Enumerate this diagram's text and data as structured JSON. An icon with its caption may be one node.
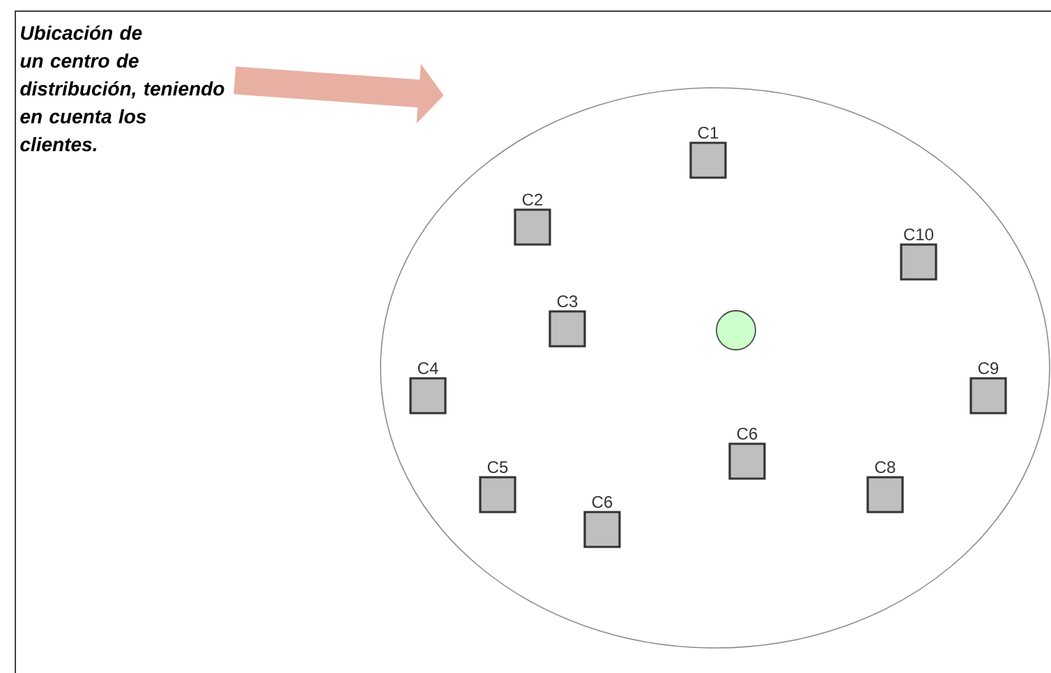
{
  "diagram": {
    "nodes": [
      {
        "text": [
          "Ubicación de un centro de distribución, teniendo en cuenta los clientes."
        ]
      },
      {
        "text": [],
        "shape": "circle"
      },
      {
        "text": [],
        "shape": "box",
        "beside": [
          "C1"
        ],
        "in": 1
      },
      {
        "text": [],
        "shape": "box",
        "beside": [
          "C2"
        ],
        "in": 1
      },
      {
        "text": [],
        "shape": "box",
        "beside": [
          "C10"
        ],
        "in": 1
      },
      {
        "text": [],
        "shape": "box",
        "beside": [
          "C3"
        ],
        "in": 1
      },
      {
        "text": [],
        "shape": "circle",
        "in": 1
      },
      {
        "text": [],
        "shape": "box",
        "beside": [
          "C4"
        ],
        "in": 1
      },
      {
        "text": [],
        "shape": "box",
        "beside": [
          "C9"
        ],
        "in": 1
      },
      {
        "text": [],
        "shape": "box",
        "beside": [
          "C6"
        ],
        "in": 1
      },
      {
        "text": [],
        "shape": "box",
        "beside": [
          "C5"
        ],
        "in": 1
      },
      {
        "text": [],
        "shape": "box",
        "beside": [
          "C8"
        ],
        "in": 1
      },
      {
        "text": [],
        "shape": "box",
        "beside": [
          "C6"
        ],
        "in": 1
      }
    ],
    "edges": [
      {
        "from": 0,
        "to": 1,
        "arrow": "to"
      }
    ]
  }
}
